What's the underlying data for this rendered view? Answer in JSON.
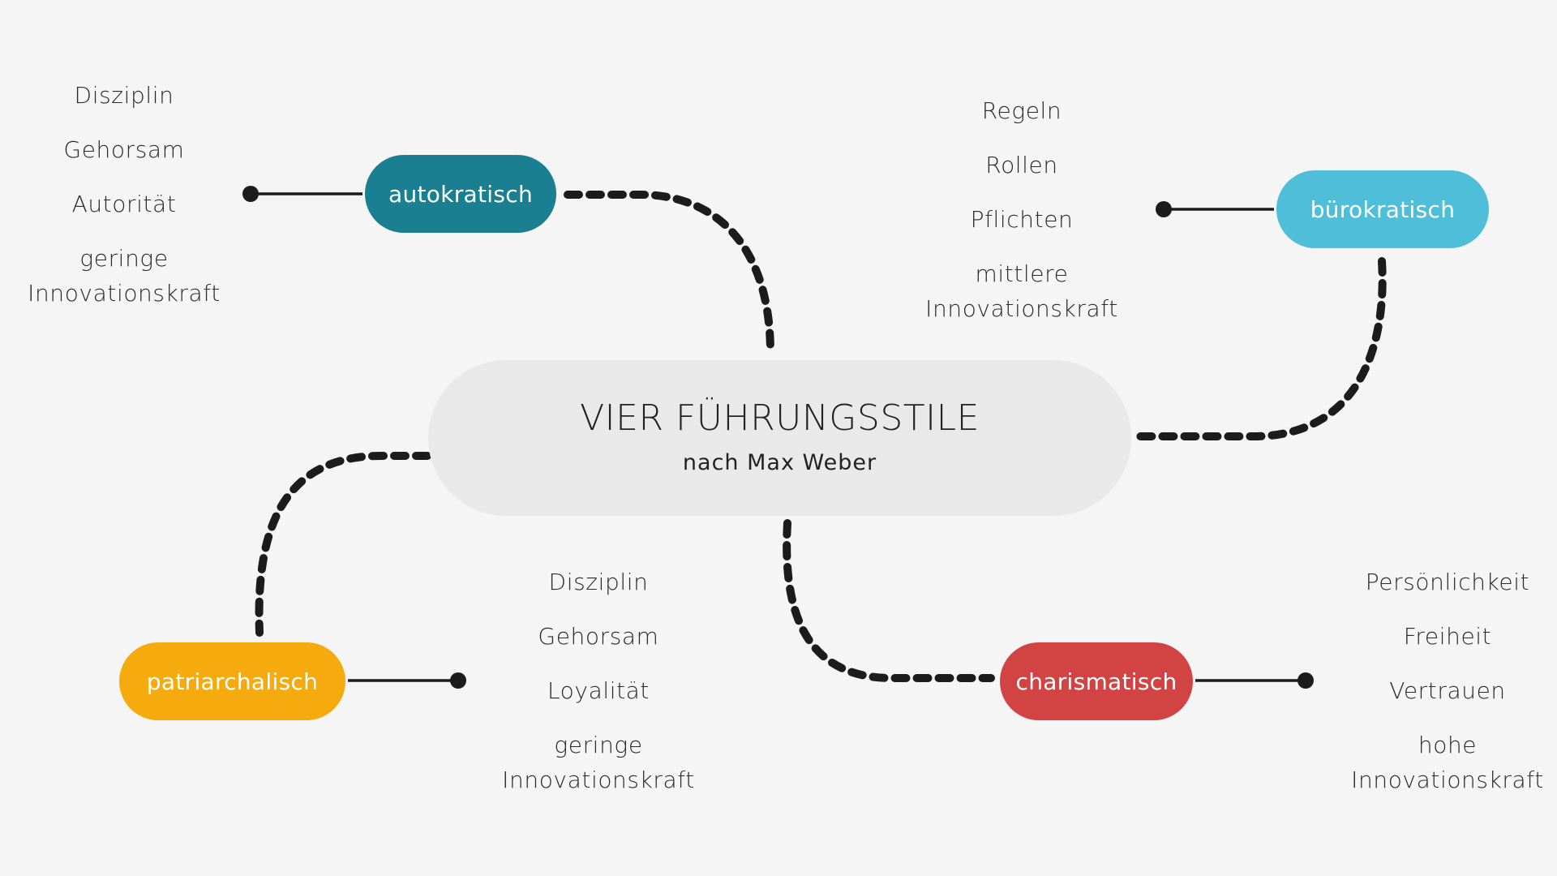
{
  "center": {
    "title": "VIER FÜHRUNGSSTILE",
    "subtitle": "nach Max Weber"
  },
  "styles": [
    {
      "id": "autokratisch",
      "label": "autokratisch",
      "color": "#1a7f91",
      "traits": [
        "Disziplin",
        "Gehorsam",
        "Autorität",
        "geringe Innovationskraft"
      ]
    },
    {
      "id": "buerokratisch",
      "label": "bürokratisch",
      "color": "#4fbfd9",
      "traits": [
        "Regeln",
        "Rollen",
        "Pflichten",
        "mittlere Innovationskraft"
      ]
    },
    {
      "id": "patriarchalisch",
      "label": "patriarchalisch",
      "color": "#f5aa0d",
      "traits": [
        "Disziplin",
        "Gehorsam",
        "Loyalität",
        "geringe Innovationskraft"
      ]
    },
    {
      "id": "charismatisch",
      "label": "charismatisch",
      "color": "#d24444",
      "traits": [
        "Persönlichkeit",
        "Freiheit",
        "Vertrauen",
        "hohe Innovationskraft"
      ]
    }
  ]
}
